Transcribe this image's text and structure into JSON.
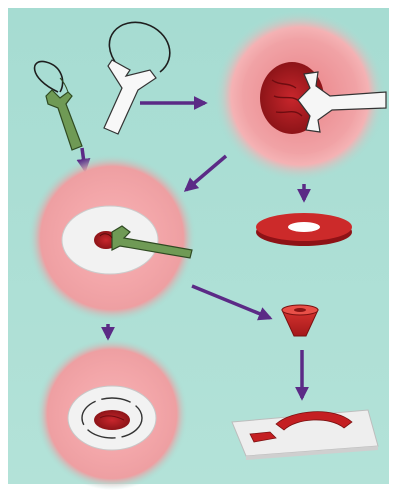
{
  "figure": {
    "background_color": "#a8dcd3",
    "panel_border_color": "#ffffff",
    "arrow_color": "#5b2a86",
    "tissue_glow_color": "#f2a0a4",
    "tissue_core_color": "#b01c22",
    "probe_white_color": "#f6f6f6",
    "probe_green_color": "#6f9a55",
    "wire_color": "#1e1e1e",
    "slide_color": "#eeeeee"
  },
  "elements": {
    "green_probe": {
      "icon": "loop-probe-green"
    },
    "white_probe": {
      "icon": "loop-probe-white"
    },
    "excision_site": {
      "icon": "tissue-with-white-probe"
    },
    "ring_specimen": {
      "icon": "tissue-ring"
    },
    "ablation_site": {
      "icon": "tissue-with-green-probe"
    },
    "cone_specimen": {
      "icon": "cone-specimen"
    },
    "healed_site": {
      "icon": "tissue-healed"
    },
    "slide_specimen": {
      "icon": "specimen-on-slide"
    }
  }
}
